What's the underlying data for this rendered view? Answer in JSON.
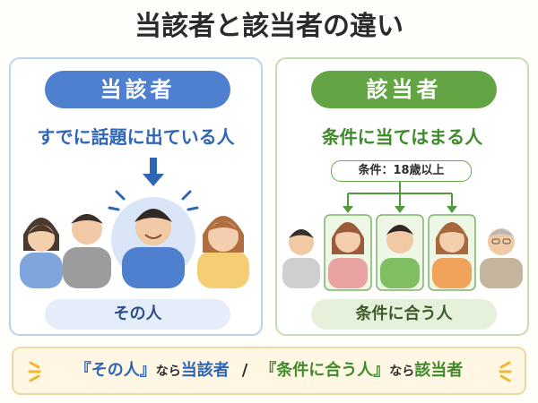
{
  "title": "当該者と該当者の違い",
  "left_panel": {
    "heading": "当該者",
    "subtitle": "すでに話題に出ている人",
    "bottom_label": "その人"
  },
  "right_panel": {
    "heading": "該当者",
    "subtitle": "条件に当てはまる人",
    "condition": "条件：18歳以上",
    "bottom_label": "条件に合う人"
  },
  "footer": {
    "part1_quote": "『その人』",
    "part1_mid": "なら",
    "part1_term": "当該者",
    "separator": "/",
    "part2_quote": "『条件に合う人』",
    "part2_mid": "なら",
    "part2_term": "該当者"
  },
  "colors": {
    "blue_accent": "#4f7fcf",
    "green_accent": "#63a445",
    "footer_bg": "#fff7e3"
  }
}
